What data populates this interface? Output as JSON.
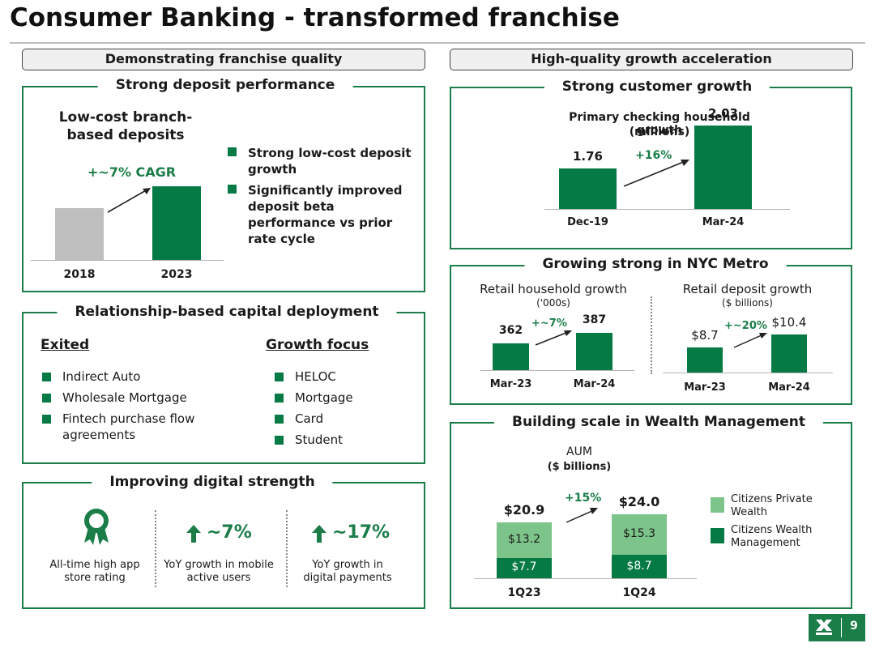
{
  "title": "Consumer Banking - transformed franchise",
  "headers": {
    "left": "Demonstrating franchise quality",
    "right": "High-quality growth acceleration"
  },
  "deposit": {
    "title": "Strong deposit performance",
    "chart_title": "Low-cost branch-based deposits",
    "cagr": "+~7% CAGR",
    "bullets": [
      "Strong low-cost deposit growth",
      "Significantly improved deposit beta performance vs prior rate cycle"
    ]
  },
  "capital": {
    "title": "Relationship-based capital deployment",
    "exited_label": "Exited",
    "growth_label": "Growth focus",
    "exited": [
      "Indirect Auto",
      "Wholesale Mortgage",
      "Fintech purchase flow agreements"
    ],
    "growth": [
      "HELOC",
      "Mortgage",
      "Card",
      "Student"
    ]
  },
  "digital": {
    "title": "Improving digital strength",
    "items": [
      {
        "value": "",
        "caption": "All-time high app store rating"
      },
      {
        "value": "~7%",
        "caption": "YoY growth in mobile active users"
      },
      {
        "value": "~17%",
        "caption": "YoY growth in digital payments"
      }
    ]
  },
  "customer": {
    "title": "Strong customer growth",
    "chart_title": "Primary checking household growth",
    "chart_sub": "(millions)",
    "growth": "+16%"
  },
  "nyc": {
    "title": "Growing strong in NYC Metro",
    "household": {
      "title": "Retail household growth",
      "sub": "('000s)",
      "growth": "+~7%"
    },
    "deposit": {
      "title": "Retail deposit growth",
      "sub": "($ billions)",
      "growth": "+~20%"
    }
  },
  "wealth": {
    "title": "Building scale in Wealth Management",
    "chart_title": "AUM",
    "chart_sub": "($ billions)",
    "growth": "+15%",
    "legend": [
      "Citizens Private Wealth",
      "Citizens Wealth Management"
    ]
  },
  "page_number": "9",
  "colors": {
    "green": "#067a45",
    "light_green": "#7cc48a",
    "grey": "#bfbfbf"
  },
  "chart_data": [
    {
      "type": "bar",
      "title": "Low-cost branch-based deposits",
      "categories": [
        "2018",
        "2023"
      ],
      "values": [
        0.7,
        1.0
      ]
    },
    {
      "type": "bar",
      "title": "Primary checking household growth",
      "categories": [
        "Dec-19",
        "Mar-24"
      ],
      "values": [
        1.76,
        2.03
      ],
      "value_labels": [
        "1.76",
        "2.03"
      ]
    },
    {
      "type": "bar",
      "title": "Retail household growth",
      "categories": [
        "Mar-23",
        "Mar-24"
      ],
      "values": [
        362,
        387
      ],
      "value_labels": [
        "362",
        "387"
      ]
    },
    {
      "type": "bar",
      "title": "Retail deposit growth",
      "categories": [
        "Mar-23",
        "Mar-24"
      ],
      "values": [
        8.7,
        10.4
      ],
      "value_labels": [
        "$8.7",
        "$10.4"
      ]
    },
    {
      "type": "bar",
      "title": "AUM",
      "categories": [
        "1Q23",
        "1Q24"
      ],
      "totals": [
        "$20.9",
        "$24.0"
      ],
      "series": [
        {
          "name": "Citizens Wealth Management",
          "values": [
            7.7,
            8.7
          ],
          "labels": [
            "$7.7",
            "$8.7"
          ]
        },
        {
          "name": "Citizens Private Wealth",
          "values": [
            13.2,
            15.3
          ],
          "labels": [
            "$13.2",
            "$15.3"
          ]
        }
      ]
    }
  ]
}
